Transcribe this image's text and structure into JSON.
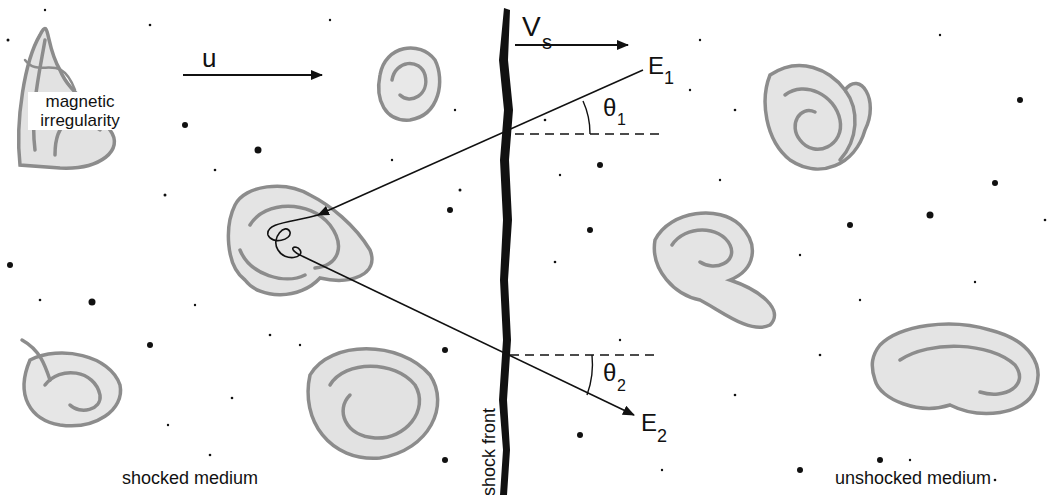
{
  "diagram": {
    "labels": [
      "u",
      "V",
      "s",
      "E",
      "1",
      "θ",
      "1",
      "magnetic irregularity",
      "shocked medium",
      "shock front",
      "unshocked medium",
      "θ",
      "2",
      "E",
      "2"
    ]
  }
}
